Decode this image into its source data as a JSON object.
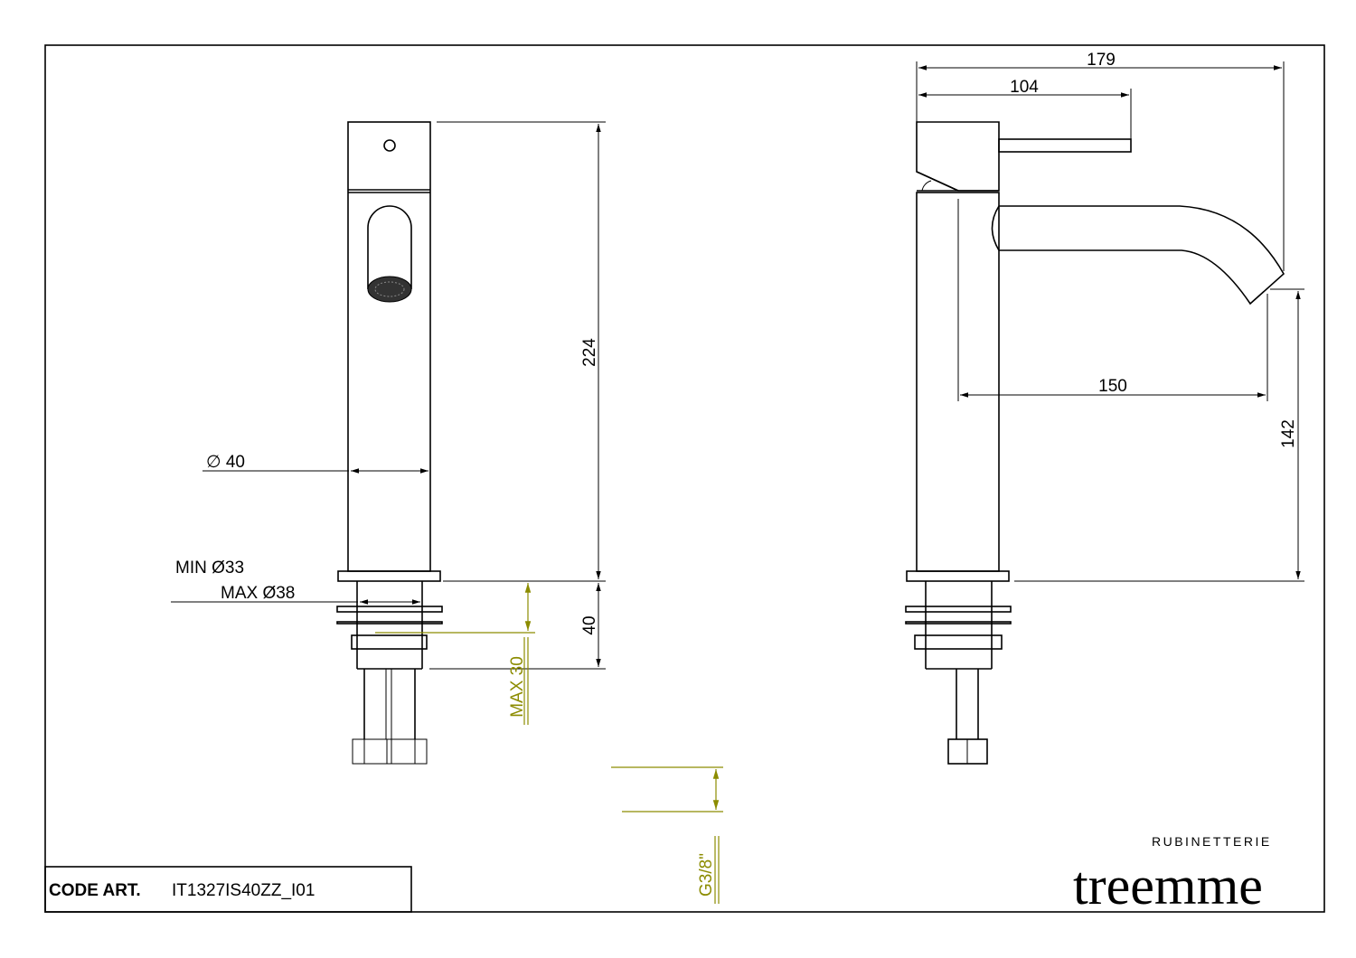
{
  "title_block": {
    "code_label": "CODE ART.",
    "code_value": "IT1327IS40ZZ_I01"
  },
  "logo": {
    "brand": "treemme",
    "tagline": "RUBINETTERIE"
  },
  "front_view": {
    "dim_height": "224",
    "dim_diameter": "∅ 40",
    "dim_min_hole": "MIN Ø33",
    "dim_max_hole": "MAX Ø38",
    "dim_shank": "40",
    "dim_max_thickness": "MAX 30",
    "dim_thread": "G3/8\""
  },
  "side_view": {
    "dim_total_reach": "179",
    "dim_lever": "104",
    "dim_spout_reach": "150",
    "dim_spout_height": "142"
  },
  "colors": {
    "line": "#000000",
    "annotation": "#8c8c00"
  }
}
